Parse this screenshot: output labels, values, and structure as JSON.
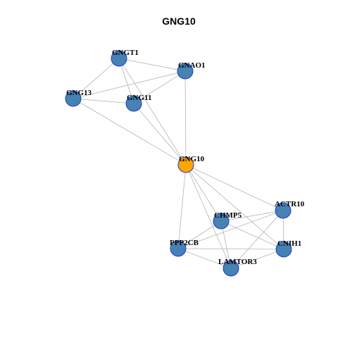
{
  "title": "GNG10",
  "colors": {
    "node_default": "#4682b4",
    "node_highlight": "#ffa500",
    "node_border": "#1f3fbf",
    "edge": "#b3b3b3"
  },
  "nodes": [
    {
      "id": "GNGT1",
      "label": "GNGT1",
      "highlight": false
    },
    {
      "id": "GNAO1",
      "label": "GNAO1",
      "highlight": false
    },
    {
      "id": "GNG13",
      "label": "GNG13",
      "highlight": false
    },
    {
      "id": "GNG11",
      "label": "GNG11",
      "highlight": false
    },
    {
      "id": "GNG10",
      "label": "GNG10",
      "highlight": true
    },
    {
      "id": "ACTR10",
      "label": "ACTR10",
      "highlight": false
    },
    {
      "id": "CHMP5",
      "label": "CHMP5",
      "highlight": false
    },
    {
      "id": "PPP2CB",
      "label": "PPP2CB",
      "highlight": false
    },
    {
      "id": "CNIH1",
      "label": "CNIH1",
      "highlight": false
    },
    {
      "id": "LAMTOR3",
      "label": "LAMTOR3",
      "highlight": false
    }
  ],
  "edges": [
    [
      "GNGT1",
      "GNAO1"
    ],
    [
      "GNGT1",
      "GNG13"
    ],
    [
      "GNGT1",
      "GNG11"
    ],
    [
      "GNGT1",
      "GNG10"
    ],
    [
      "GNAO1",
      "GNG13"
    ],
    [
      "GNAO1",
      "GNG11"
    ],
    [
      "GNAO1",
      "GNG10"
    ],
    [
      "GNG13",
      "GNG11"
    ],
    [
      "GNG13",
      "GNG10"
    ],
    [
      "GNG11",
      "GNG10"
    ],
    [
      "GNG10",
      "ACTR10"
    ],
    [
      "GNG10",
      "CHMP5"
    ],
    [
      "GNG10",
      "PPP2CB"
    ],
    [
      "GNG10",
      "CNIH1"
    ],
    [
      "GNG10",
      "LAMTOR3"
    ],
    [
      "ACTR10",
      "CHMP5"
    ],
    [
      "ACTR10",
      "PPP2CB"
    ],
    [
      "ACTR10",
      "CNIH1"
    ],
    [
      "ACTR10",
      "LAMTOR3"
    ],
    [
      "CHMP5",
      "PPP2CB"
    ],
    [
      "CHMP5",
      "CNIH1"
    ],
    [
      "CHMP5",
      "LAMTOR3"
    ],
    [
      "PPP2CB",
      "CNIH1"
    ],
    [
      "PPP2CB",
      "LAMTOR3"
    ],
    [
      "CNIH1",
      "LAMTOR3"
    ]
  ]
}
